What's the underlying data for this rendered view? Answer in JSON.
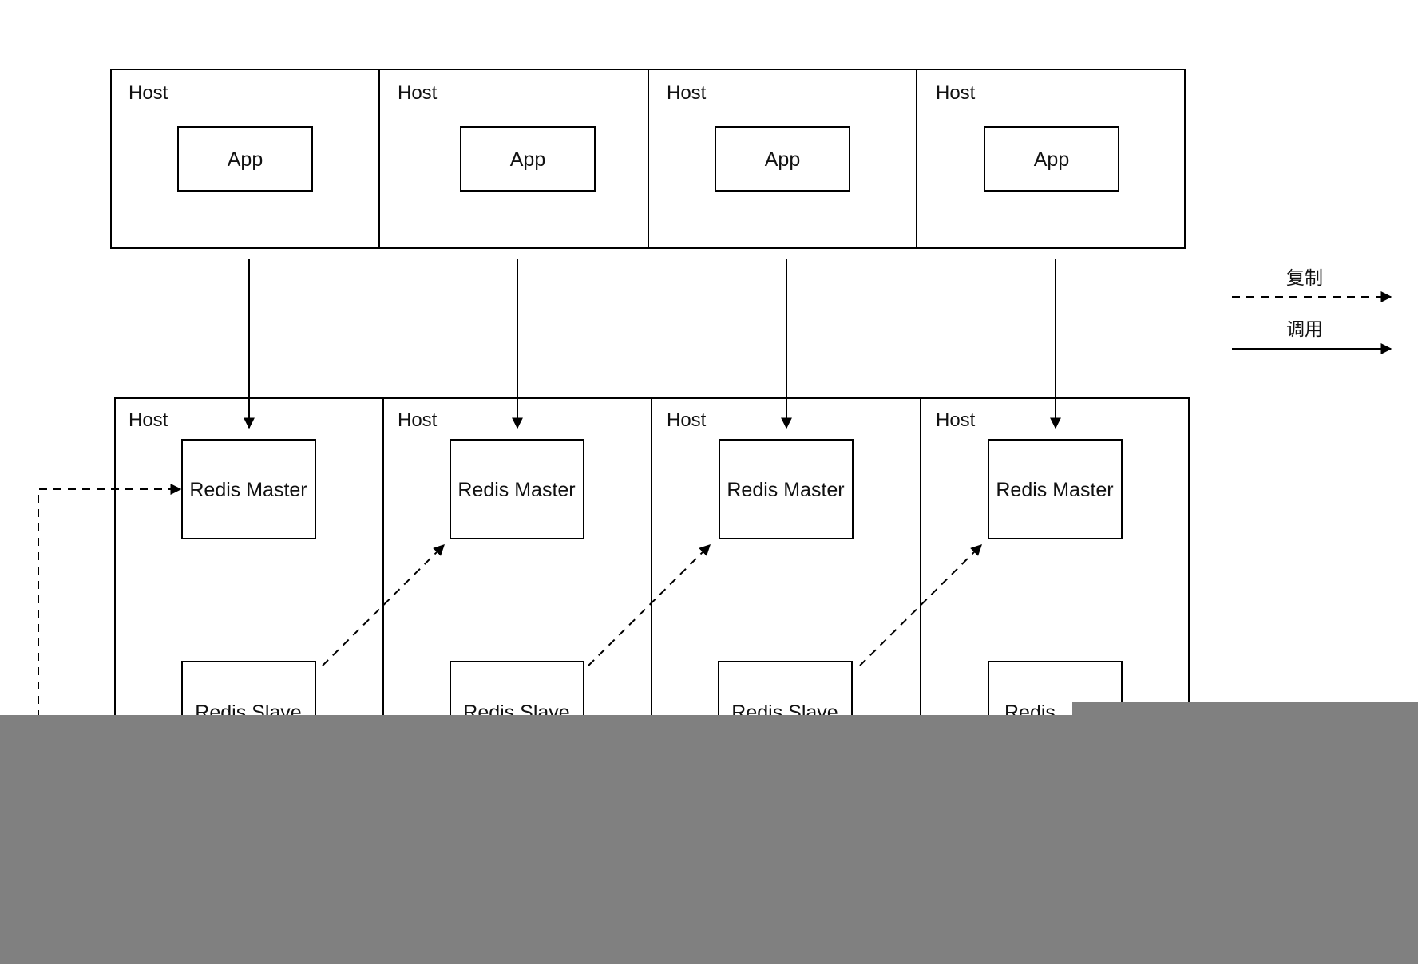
{
  "top_row": {
    "hosts": [
      {
        "host_label": "Host",
        "app_label": "App"
      },
      {
        "host_label": "Host",
        "app_label": "App"
      },
      {
        "host_label": "Host",
        "app_label": "App"
      },
      {
        "host_label": "Host",
        "app_label": "App"
      }
    ]
  },
  "bottom_row": {
    "hosts": [
      {
        "host_label": "Host",
        "master_label": "Redis Master",
        "slave_label": "Redis Slave"
      },
      {
        "host_label": "Host",
        "master_label": "Redis Master",
        "slave_label": "Redis Slave"
      },
      {
        "host_label": "Host",
        "master_label": "Redis Master",
        "slave_label": "Redis Slave"
      },
      {
        "host_label": "Host",
        "master_label": "Redis Master",
        "slave_label": "Redis"
      }
    ]
  },
  "legend": {
    "replication_label": "复制",
    "call_label": "调用"
  },
  "overlay_color": "#808080"
}
